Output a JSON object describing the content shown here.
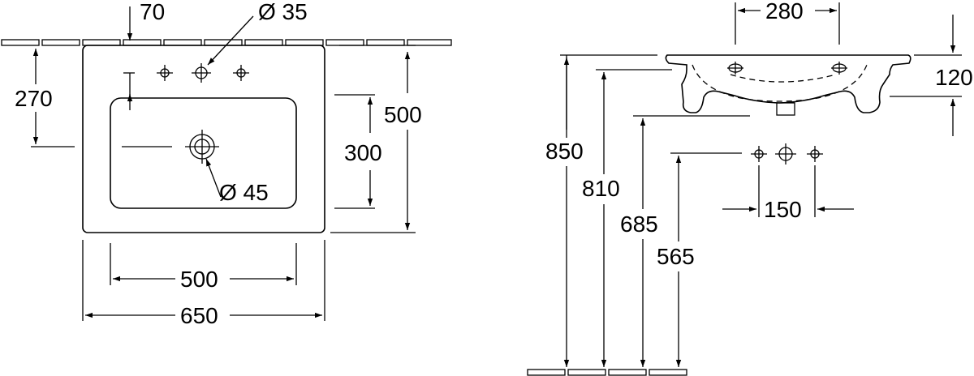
{
  "plan_view": {
    "tap_offset": "70",
    "tap_hole_diameter": "Ø 35",
    "front_to_tap_axis": "270",
    "bowl_depth": "300",
    "overall_depth": "500",
    "waste_diameter": "Ø 45",
    "bowl_width": "500",
    "overall_width": "650"
  },
  "side_view": {
    "overflow_spacing": "280",
    "basin_height": "120",
    "rim_height": "850",
    "underside_height": "810",
    "bowl_bottom_height": "685",
    "tap_holes_height": "565",
    "tap_holes_spacing": "150"
  }
}
